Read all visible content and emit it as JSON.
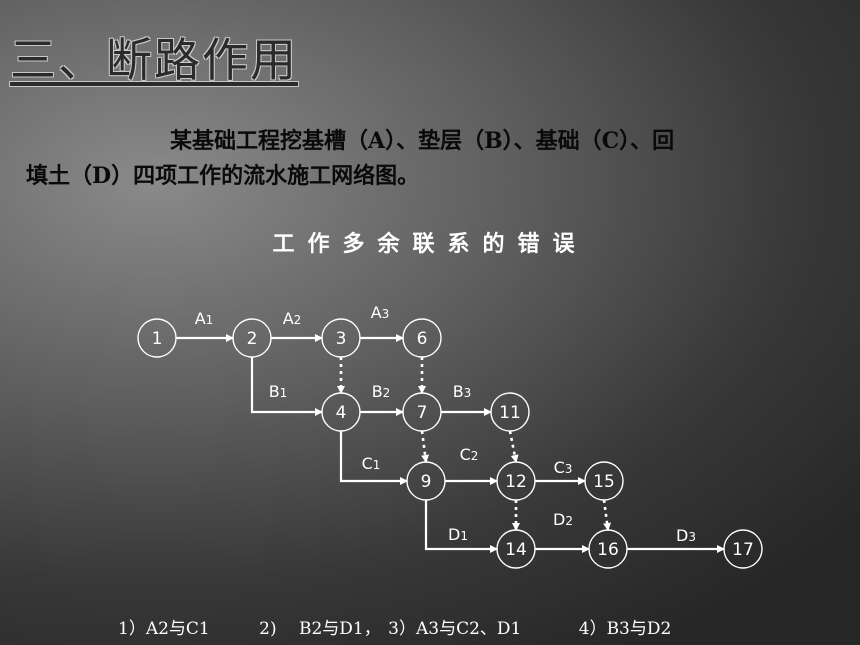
{
  "slide": {
    "title": "三、断路作用",
    "paragraph_line1": "某基础工程挖基槽（A）、垫层（B）、基础（C）、回",
    "paragraph_line2": "填土（D）四项工作的流水施工网络图。",
    "subtitle": "工作多余联系的错误"
  },
  "diagram": {
    "nodes": [
      {
        "id": "n1",
        "label": "1"
      },
      {
        "id": "n2",
        "label": "2"
      },
      {
        "id": "n3",
        "label": "3"
      },
      {
        "id": "n6",
        "label": "6"
      },
      {
        "id": "n4",
        "label": "4"
      },
      {
        "id": "n7",
        "label": "7"
      },
      {
        "id": "n11",
        "label": "11"
      },
      {
        "id": "n9",
        "label": "9"
      },
      {
        "id": "n12",
        "label": "12"
      },
      {
        "id": "n15",
        "label": "15"
      },
      {
        "id": "n14",
        "label": "14"
      },
      {
        "id": "n16",
        "label": "16"
      },
      {
        "id": "n17",
        "label": "17"
      }
    ],
    "edges": [
      {
        "from": "n1",
        "to": "n2",
        "label": "A1",
        "type": "work"
      },
      {
        "from": "n2",
        "to": "n3",
        "label": "A2",
        "type": "work"
      },
      {
        "from": "n3",
        "to": "n6",
        "label": "A3",
        "type": "work"
      },
      {
        "from": "n2",
        "to": "n4",
        "label": "B1",
        "type": "work"
      },
      {
        "from": "n4",
        "to": "n7",
        "label": "B2",
        "type": "work"
      },
      {
        "from": "n7",
        "to": "n11",
        "label": "B3",
        "type": "work"
      },
      {
        "from": "n4",
        "to": "n9",
        "label": "C1",
        "type": "work"
      },
      {
        "from": "n9",
        "to": "n12",
        "label": "C2",
        "type": "work"
      },
      {
        "from": "n12",
        "to": "n15",
        "label": "C3",
        "type": "work"
      },
      {
        "from": "n9",
        "to": "n14",
        "label": "D1",
        "type": "work"
      },
      {
        "from": "n14",
        "to": "n16",
        "label": "D2",
        "type": "work"
      },
      {
        "from": "n16",
        "to": "n17",
        "label": "D3",
        "type": "work"
      },
      {
        "from": "n3",
        "to": "n4",
        "label": "",
        "type": "dummy"
      },
      {
        "from": "n6",
        "to": "n7",
        "label": "",
        "type": "dummy"
      },
      {
        "from": "n7",
        "to": "n9",
        "label": "",
        "type": "dummy"
      },
      {
        "from": "n11",
        "to": "n12",
        "label": "",
        "type": "dummy"
      },
      {
        "from": "n12",
        "to": "n14",
        "label": "",
        "type": "dummy"
      },
      {
        "from": "n15",
        "to": "n16",
        "label": "",
        "type": "dummy"
      }
    ],
    "colors": {
      "line": "#ffffff",
      "text": "#ffffff"
    }
  },
  "options": [
    "1）A2与C1",
    "2)　 B2与D1，",
    "3）A3与C2、D1",
    "4）B3与D2"
  ]
}
